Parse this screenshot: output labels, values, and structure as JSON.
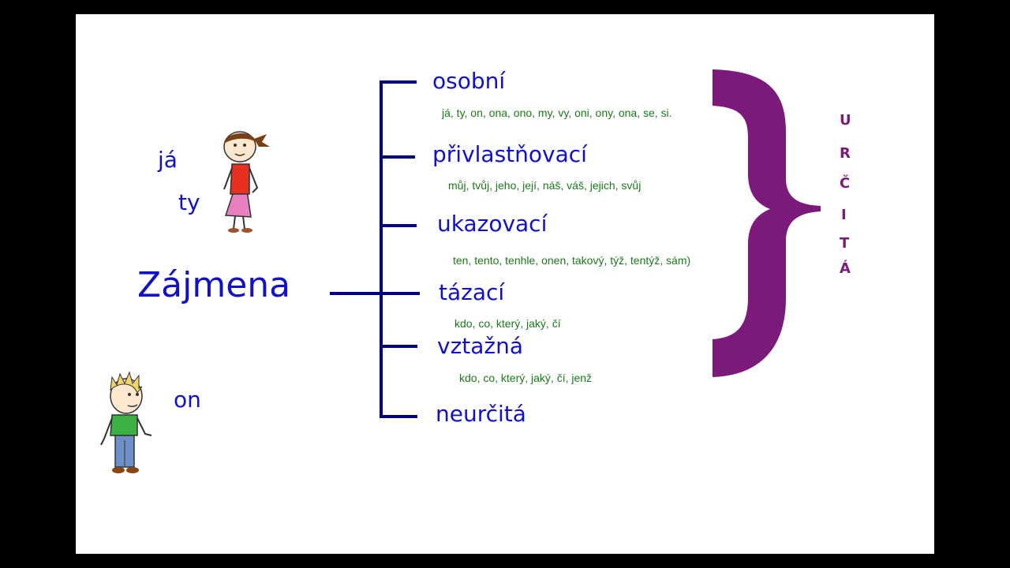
{
  "colors": {
    "page": "#ffffff",
    "frame": "#000000",
    "tree": "#000080",
    "category": "#1010cc",
    "examples": "#1a7a1a",
    "brace": "#7b1a7b"
  },
  "title": "Zájmena",
  "side_words": {
    "ja": "já",
    "ty": "ty",
    "on": "on"
  },
  "categories": [
    {
      "name": "osobní",
      "examples": "já, ty, on, ona, ono, my, vy, oni, ony, ona, se, si."
    },
    {
      "name": "přivlastňovací",
      "examples": "můj, tvůj, jeho, její, náš, váš, jejich, svůj"
    },
    {
      "name": "ukazovací",
      "examples": "ten, tento, tenhle, onen, takový, týž, tentýž, sám)"
    },
    {
      "name": "tázací",
      "examples": "kdo, co, který, jaký, čí"
    },
    {
      "name": "vztažná",
      "examples": "kdo, co, který, jaký, čí, jenž"
    },
    {
      "name": "neurčitá",
      "examples": ""
    }
  ],
  "brace_label": [
    "U",
    "R",
    "Č",
    "I",
    "T",
    "Á"
  ],
  "icons": [
    "girl-cartoon-icon",
    "boy-cartoon-icon"
  ]
}
